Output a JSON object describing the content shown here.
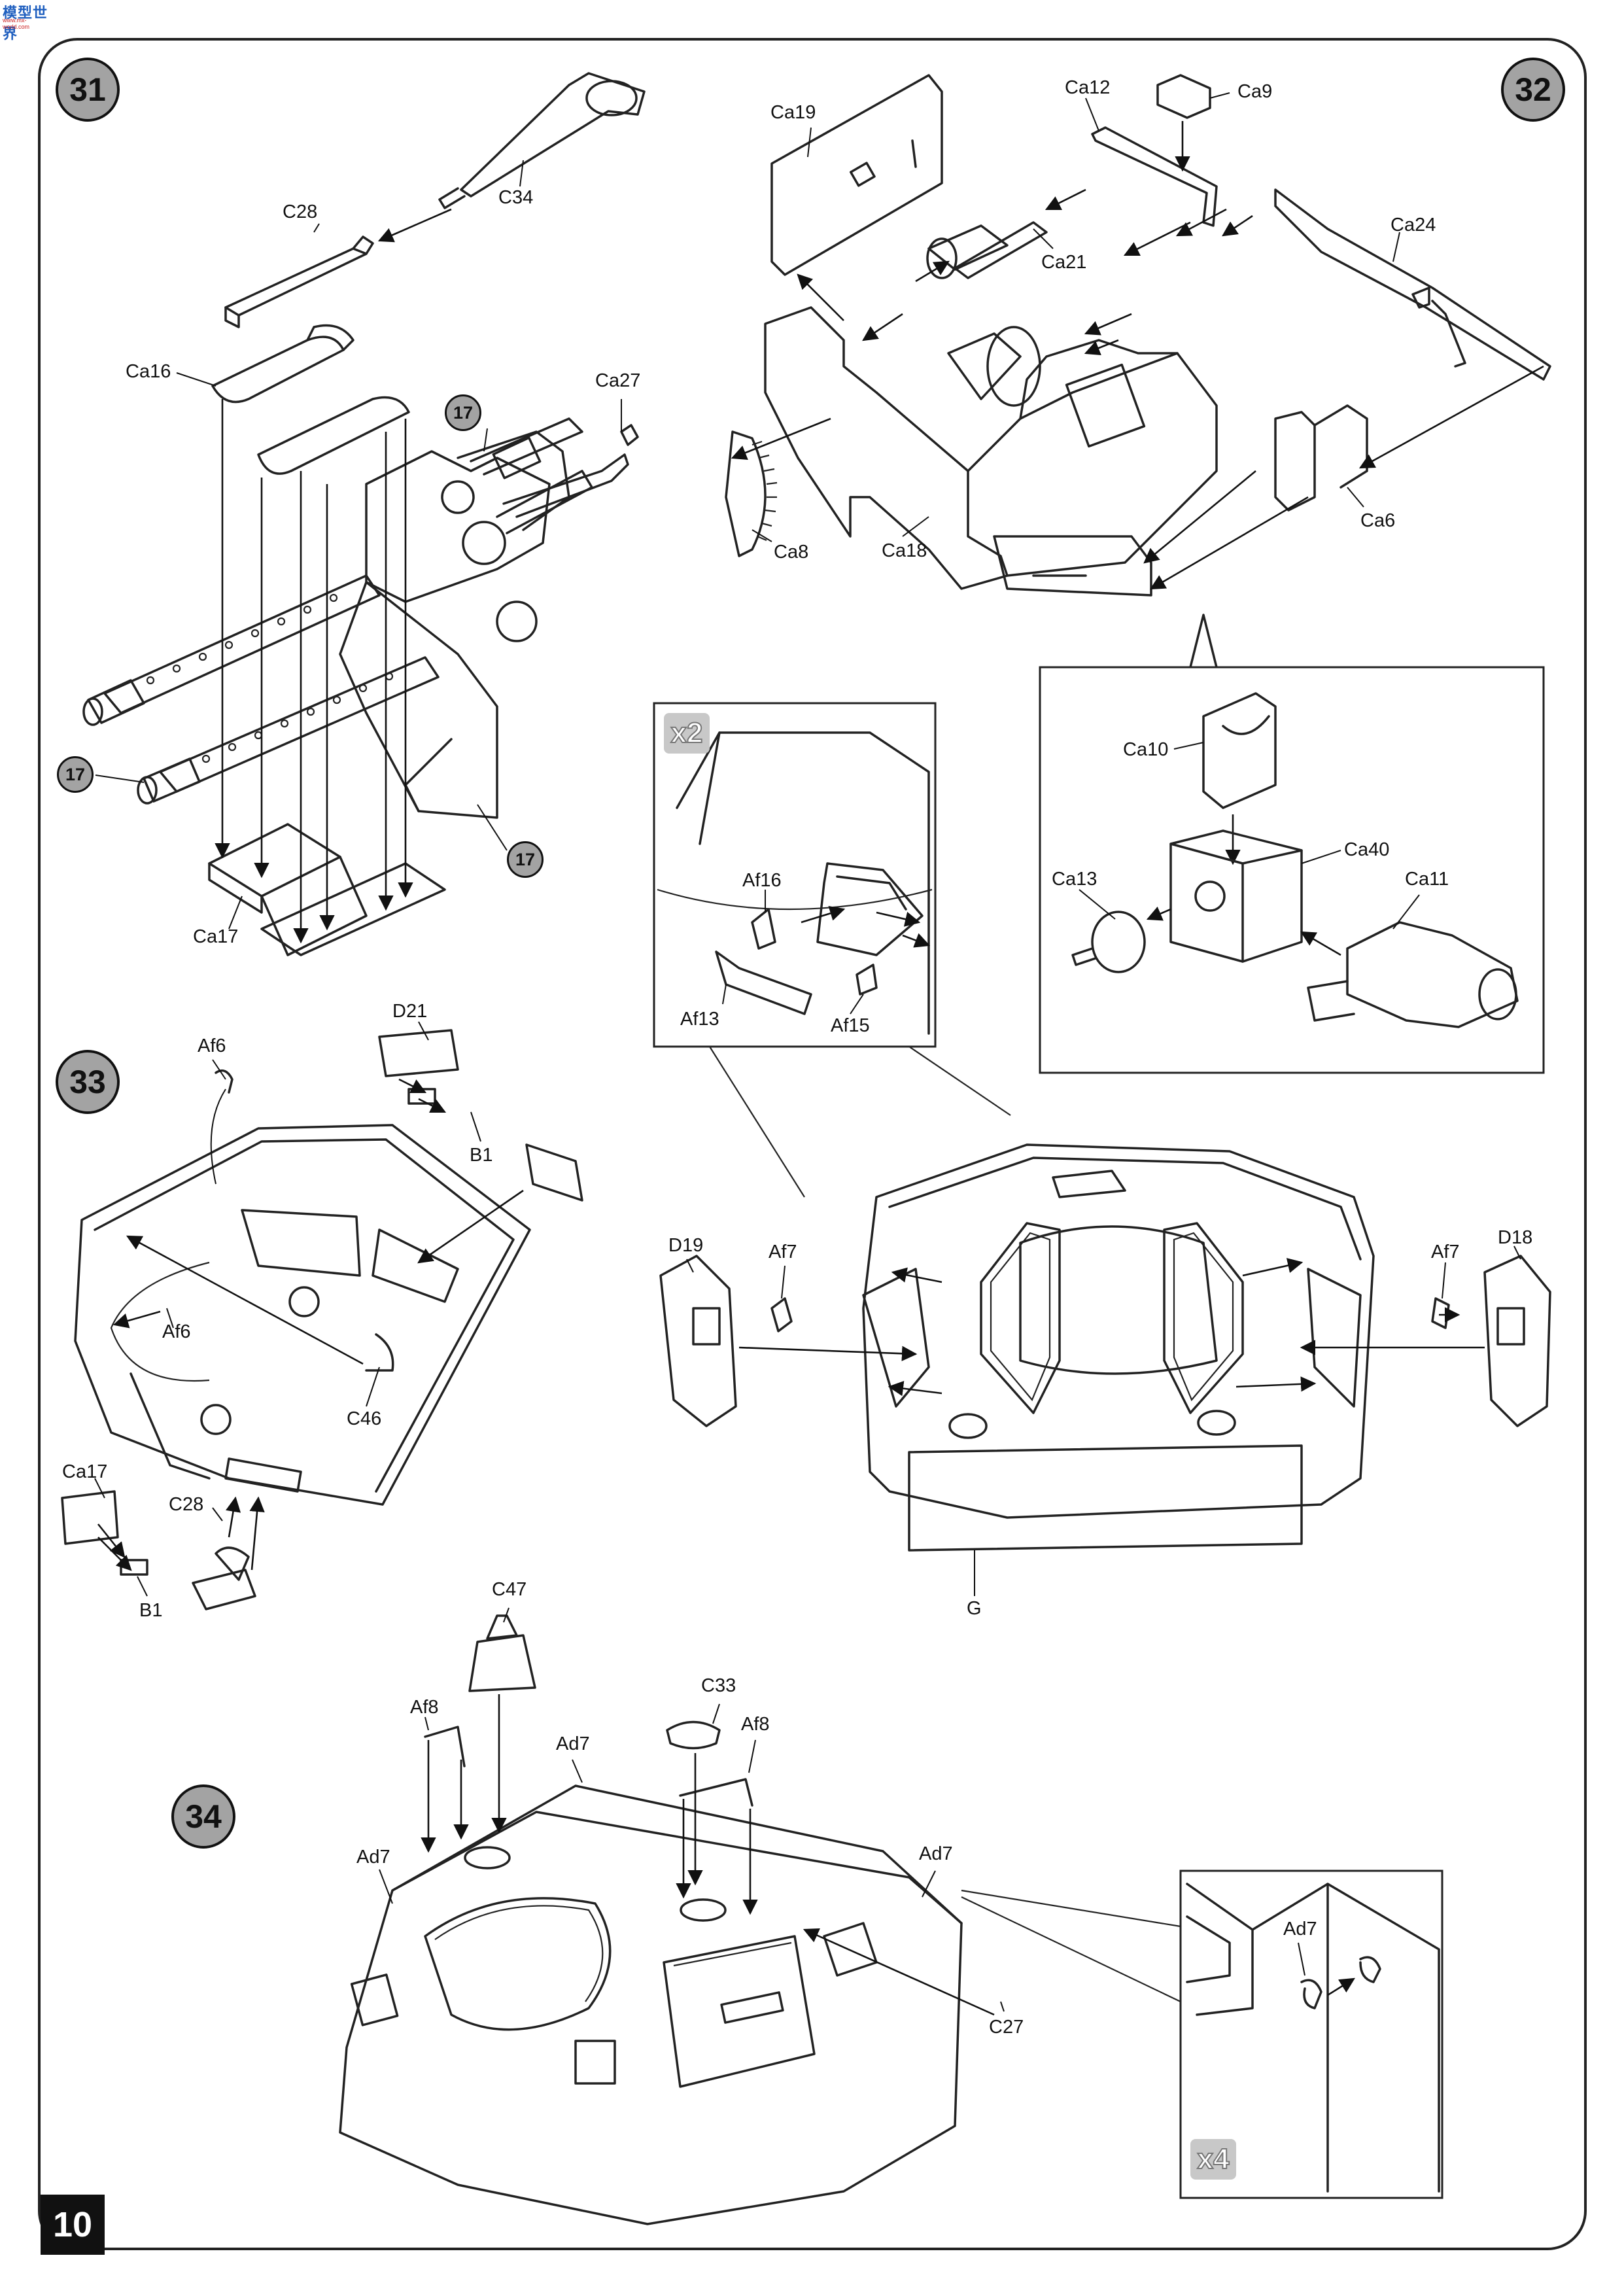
{
  "header": {
    "logo_text": "模型世界",
    "logo_sub": "www.mx-world.com"
  },
  "page_number": "10",
  "steps": {
    "s31": "31",
    "s32": "32",
    "s33": "33",
    "s34": "34"
  },
  "step31": {
    "parts": {
      "c34": "C34",
      "c28": "C28",
      "ca16": "Ca16",
      "ca27": "Ca27",
      "ca17": "Ca17"
    },
    "ref_a": "17",
    "ref_b": "17",
    "ref_c": "17"
  },
  "step32": {
    "parts": {
      "ca19": "Ca19",
      "ca12": "Ca12",
      "ca9": "Ca9",
      "ca24": "Ca24",
      "ca21": "Ca21",
      "ca8": "Ca8",
      "ca18": "Ca18",
      "ca6": "Ca6"
    },
    "inset": {
      "ca10": "Ca10",
      "ca40": "Ca40",
      "ca13": "Ca13",
      "ca11": "Ca11"
    }
  },
  "step33": {
    "parts": {
      "d21": "D21",
      "af6_top": "Af6",
      "b1_top": "B1",
      "af6_mid": "Af6",
      "c46": "C46",
      "ca17": "Ca17",
      "c28": "C28",
      "b1_bot": "B1"
    },
    "inset": {
      "multiplier": "x2",
      "af16": "Af16",
      "af13": "Af13",
      "af15": "Af15"
    },
    "right": {
      "d19": "D19",
      "af7_left": "Af7",
      "af7_right": "Af7",
      "d18": "D18",
      "g": "G"
    }
  },
  "step34": {
    "parts": {
      "c47": "C47",
      "c33": "C33",
      "af8_left": "Af8",
      "af8_right": "Af8",
      "ad7_top": "Ad7",
      "ad7_left": "Ad7",
      "ad7_right": "Ad7",
      "c27": "C27"
    },
    "inset": {
      "multiplier": "x4",
      "ad7": "Ad7"
    }
  }
}
